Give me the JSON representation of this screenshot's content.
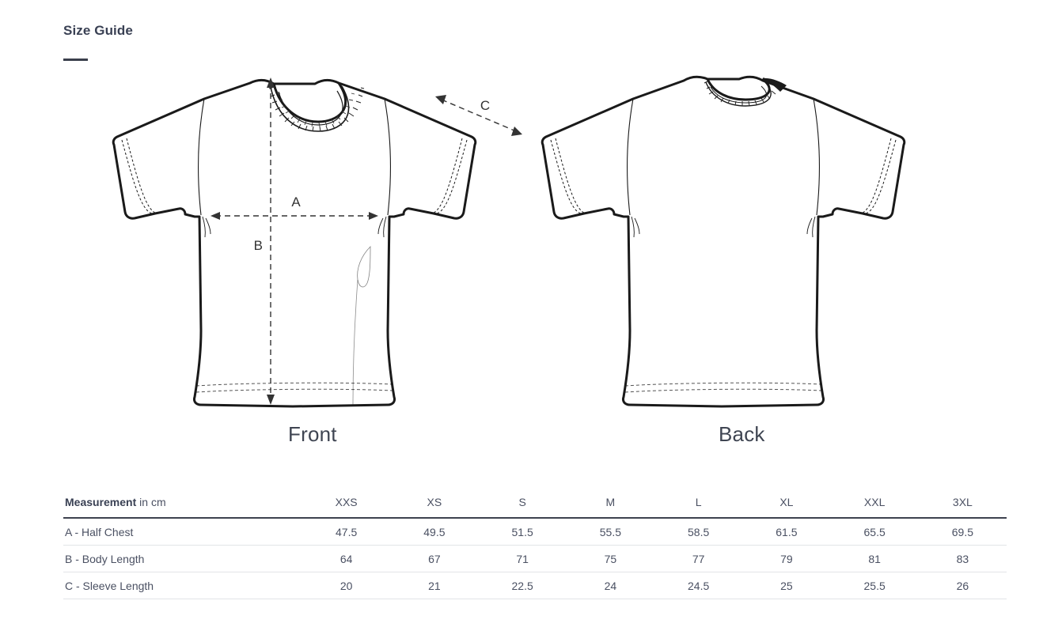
{
  "heading": {
    "title": "Size Guide"
  },
  "illustrations": {
    "front_caption": "Front",
    "back_caption": "Back",
    "measure_labels": {
      "a": "A",
      "b": "B",
      "c": "C"
    }
  },
  "table": {
    "measurement_header_strong": "Measurement",
    "measurement_header_light": " in cm",
    "size_columns": [
      "XXS",
      "XS",
      "S",
      "M",
      "L",
      "XL",
      "XXL",
      "3XL"
    ],
    "rows": [
      {
        "label": "A - Half Chest",
        "values": [
          "47.5",
          "49.5",
          "51.5",
          "55.5",
          "58.5",
          "61.5",
          "65.5",
          "69.5"
        ]
      },
      {
        "label": "B - Body Length",
        "values": [
          "64",
          "67",
          "71",
          "75",
          "77",
          "79",
          "81",
          "83"
        ]
      },
      {
        "label": "C - Sleeve Length",
        "values": [
          "20",
          "21",
          "22.5",
          "24",
          "24.5",
          "25",
          "25.5",
          "26"
        ]
      }
    ]
  },
  "colors": {
    "text": "#3b4256",
    "heading": "#3a4154",
    "rule": "#3a3f4c",
    "header_border": "#3d424e",
    "row_border": "#e2e4e7",
    "ink": "#1a1a1a",
    "background": "#ffffff"
  }
}
